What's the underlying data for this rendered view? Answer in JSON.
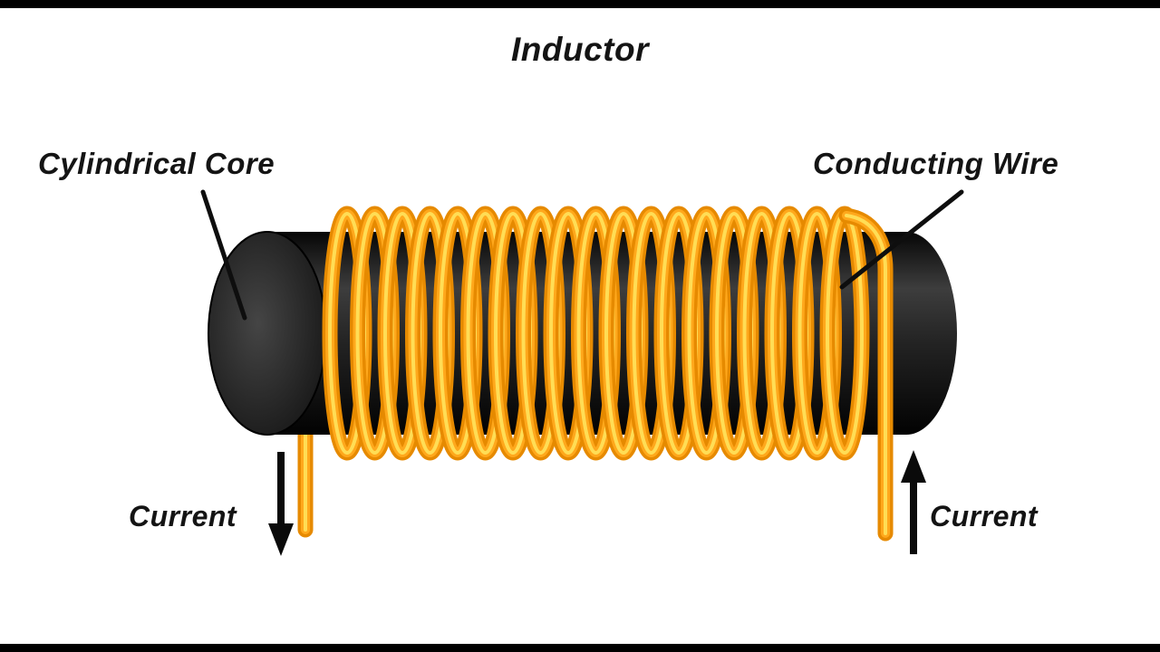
{
  "title": "Inductor",
  "labels": {
    "core": "Cylindrical Core",
    "wire": "Conducting Wire",
    "current_left": "Current",
    "current_right": "Current"
  },
  "diagram": {
    "type": "inductor-schematic",
    "coil_turns": 19,
    "colors": {
      "wire_dark": "#E68A00",
      "wire_mid": "#FFA81C",
      "wire_highlight": "#FFDD55",
      "core_dark": "#050505",
      "core_mid": "#3d3d3d",
      "core_face_light": "#454545",
      "annotation": "#0e0e0e",
      "background": "#ffffff"
    }
  }
}
